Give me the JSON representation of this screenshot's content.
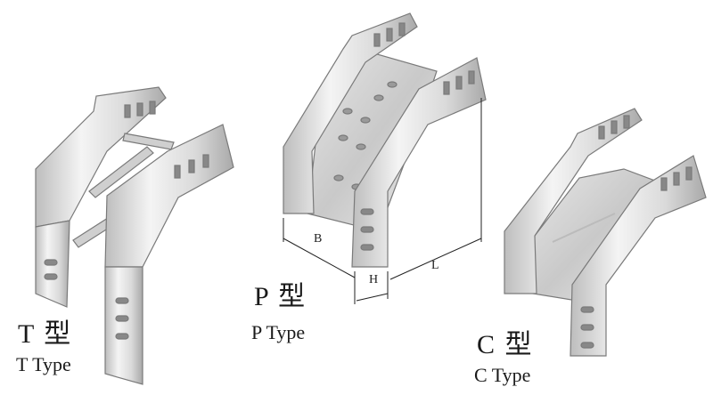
{
  "items": [
    {
      "id": "t",
      "title": "T 型",
      "subtitle": "T Type"
    },
    {
      "id": "p",
      "title": "P 型",
      "subtitle": "P Type"
    },
    {
      "id": "c",
      "title": "C 型",
      "subtitle": "C Type"
    }
  ],
  "dimensions": {
    "b": "B",
    "h": "H",
    "l": "L"
  },
  "colors": {
    "metal_light": "#f2f2f2",
    "metal_mid": "#d4d4d4",
    "metal_dark": "#a8a8a8",
    "outline": "#7a7a7a"
  }
}
